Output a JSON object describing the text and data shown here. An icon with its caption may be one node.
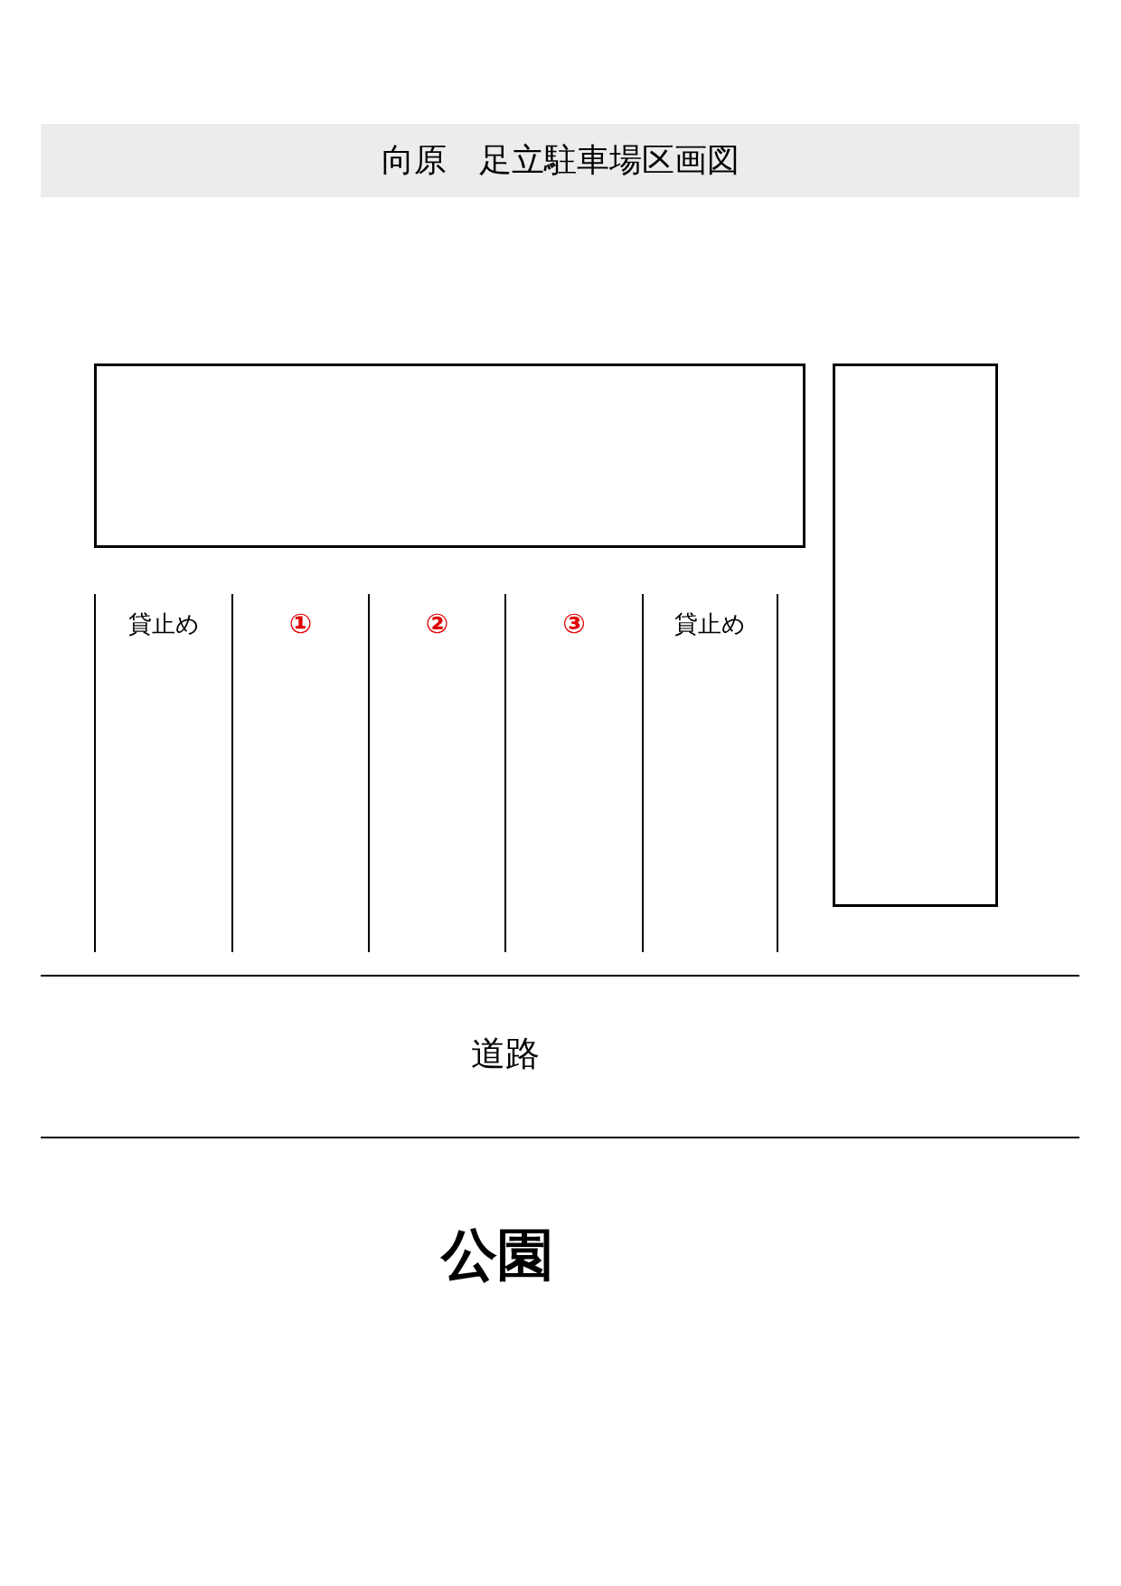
{
  "diagram": {
    "title": "向原　足立駐車場区画図",
    "nodes": [
      {
        "text": [],
        "shape": "box"
      },
      {
        "text": [],
        "shape": "box"
      },
      {
        "text": [
          "貸止め"
        ]
      },
      {
        "text": [
          "①"
        ]
      },
      {
        "text": [
          "②"
        ]
      },
      {
        "text": [
          "③"
        ]
      },
      {
        "text": [
          "貸止め"
        ]
      },
      {
        "text": [
          "道路"
        ]
      }
    ],
    "labels": [
      "公園"
    ]
  }
}
